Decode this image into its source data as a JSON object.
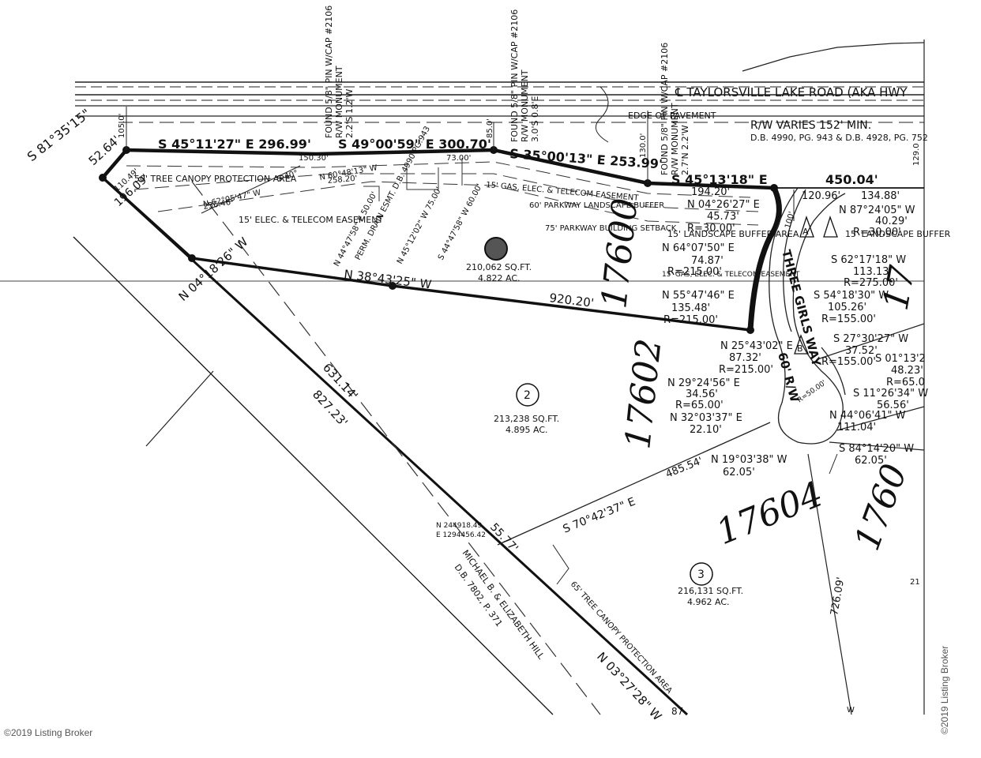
{
  "road": {
    "name": "℄ TAYLORSVILLE LAKE ROAD (AKA HWY",
    "edge": "EDGE OF PAVEMENT",
    "row": "R/W VARIES 152' MIN.",
    "deed": "D.B. 4990, PG. 943 & D.B. 4928, PG. 752"
  },
  "frontage": {
    "b1": "S 81°35'15\"",
    "d1": "52.64'",
    "b2": "S 45°11'27\" E 296.99'",
    "b3": "S 49°00'59\" E 300.70'",
    "b4": "S 35°00'13\" E 253.99'",
    "b5": "S 45°13'18\" E",
    "d5": "450.04'"
  },
  "monuments": {
    "pin": "FOUND 5/8\" PIN W/CAP #2106",
    "rw": "R/W MONUMENT",
    "pin1_offset": "2.2'S 1.2'W",
    "pin2_offset": "3.0'S 0.8'E",
    "pin3_offset": "2.7'N 2.2'W"
  },
  "dims": {
    "d105": "105.0'",
    "d85": "85.0'",
    "d130": "130.0'",
    "d150": "150.30'",
    "d73": "73.00'",
    "d194": "194.20'",
    "d120": "120.96'",
    "d134": "134.88'",
    "d196": "196.09'",
    "d110": "110.49'",
    "d100": "100'",
    "c_s40": "S 40°",
    "c_236": "236.46'",
    "c_258": "258.20'"
  },
  "easements": {
    "tree_canopy": "50' TREE CANOPY PROTECTION AREA",
    "gas_15": "15' GAS, ELEC. & TELECOM EASEMENT",
    "parkway_60": "60' PARKWAY LANDSCAPE BUFFER",
    "setback_75": "75' PARKWAY BUILDING SETBACK",
    "elec_15": "15' ELEC. & TELECOM EASEMENT",
    "drain": "PERM. DRAIN ESMT. D.B. 4990 PG.943",
    "landscape_15": "15' LANDSCAPE BUFFER AREA",
    "gas_15b": "15' GAS, ELEC. & TELECOM EASEMENT",
    "landscape_15r": "15' LANDSCAPE BUFFER",
    "tree_canopy_65": "65' TREE CANOPY PROTECTION AREA"
  },
  "interior": {
    "i1": "N 62°05'47\" W",
    "i2": "N 60°48'13\" W",
    "i3": "N 44°47'58\" E 50.00'",
    "i4": "N 45°12'02\" W 75.00'",
    "i5": "S 44°47'58\" W 60.00'"
  },
  "west": {
    "line1": "N 04°18'26\" W",
    "line2": "N 38°43'25\" W",
    "d920": "920.20'",
    "d631": "631.14'",
    "d827": "827.23'",
    "d55": "55.77'",
    "b_bottom": "N 03°27'28\" W",
    "b_south": "S 70°42'37\" E",
    "d485": "485.54'",
    "coord_n": "N 244918.49",
    "coord_e": "E 1294456.42",
    "adj1": "MICHAEL B. & ELIZABETH HILL",
    "adj2": "D.B. 7802, P. 371"
  },
  "lots": {
    "lot1_area": "210,062 SQ.FT.",
    "lot1_ac": "4.822 AC.",
    "lot2_num": "2",
    "lot2_area": "213,238 SQ.FT.",
    "lot2_ac": "4.895 AC.",
    "lot3_num": "3",
    "lot3_area": "216,131 SQ.FT.",
    "lot3_ac": "4.962 AC."
  },
  "curves": {
    "c1a": "N 04°26'27\" E",
    "c1b": "45.73'",
    "c1c": "R=30.00'",
    "c2a": "N 64°07'50\" E",
    "c2b": "74.87'",
    "c2c": "R=215.00'",
    "c3a": "N 55°47'46\" E",
    "c3b": "135.48'",
    "c3c": "R=215.00'",
    "c4a": "N 25°43'02\" E",
    "c4b": "87.32'",
    "c4c": "R=215.00'",
    "c5a": "N 29°24'56\" E",
    "c5b": "34.56'",
    "c5c": "R=65.00'",
    "c6a": "N 32°03'37\" E",
    "c6b": "22.10'",
    "c7a": "N 19°03'38\" W",
    "c7b": "62.05'",
    "r1a": "N 87°24'05\" W",
    "r1b": "40.29'",
    "r1c": "R=30.00'",
    "r2a": "S 62°17'18\" W",
    "r2b": "113.13'",
    "r2c": "R=275.00'",
    "r3a": "S 54°18'30\" W",
    "r3b": "105.26'",
    "r3c": "R=155.00'",
    "r4a": "S 27°30'27\" W",
    "r4b": "37.52'",
    "r4c": "R=155.00'",
    "r5a": "S 01°13'2",
    "r5b": "48.23'",
    "r5c": "R=65.0",
    "r6a": "S 11°26'34\" W",
    "r6b": "56.56'",
    "r7a": "N 44°06'41\" W",
    "r7b": "111.04'",
    "r8a": "S 84°14'20\" W",
    "r8b": "62.05'",
    "cul_r": "R=50.00'",
    "d726": "726.09'"
  },
  "street": {
    "name": "THREE GIRLS WAY",
    "row": "60' R/W"
  },
  "handwritten": {
    "h17600": "17600",
    "h17602": "17602",
    "h17604": "17604",
    "h1760x": "1760",
    "h17xx": "17"
  },
  "markers": {
    "a": "A",
    "b": "B"
  },
  "edge_text": {
    "t1": "129.0",
    "t2": "21",
    "t3": "W",
    "t4": "87"
  },
  "watermark": {
    "bottom": "©2019 Listing Broker",
    "side": "©2019 Listing Broker"
  }
}
